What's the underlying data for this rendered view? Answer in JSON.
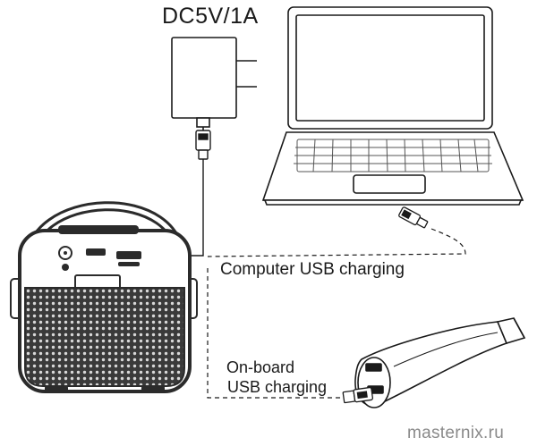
{
  "labels": {
    "power_spec": "DC5V/1A",
    "computer": "Computer USB charging",
    "onboard_line1": "On-board",
    "onboard_line2": "USB charging"
  },
  "watermark": "masternix.ru",
  "colors": {
    "ink": "#1a1a1a",
    "speaker_body": "#2b2b2b",
    "grille": "#3a3a3a",
    "watermark": "#8a8a8a",
    "background": "#ffffff"
  },
  "icons": [
    "power-adapter-icon",
    "laptop-icon",
    "speaker-icon",
    "car-charger-icon",
    "usb-plug-icon"
  ]
}
